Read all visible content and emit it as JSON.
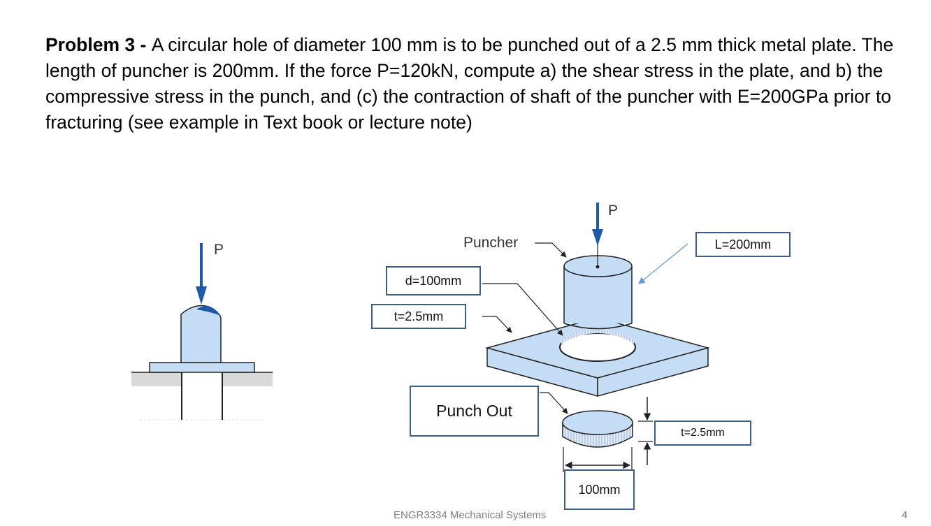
{
  "problem": {
    "heading": "Problem 3 - ",
    "text": "A circular hole of diameter 100 mm is to be punched out of a 2.5 mm thick metal plate. The length of puncher is 200mm.  If the force P=120kN, compute a) the shear stress in the plate, and b) the compressive stress in the punch, and (c) the contraction of shaft of the puncher with E=200GPa prior to fracturing (see example in Text book or lecture note)"
  },
  "figure_left": {
    "force_label": "P"
  },
  "figure_right": {
    "force_label": "P",
    "puncher_label": "Puncher",
    "length_box": "L=200mm",
    "diameter_box": "d=100mm",
    "thickness_box": "t=2.5mm",
    "punch_out_box": "Punch Out",
    "slug_thickness_box": "t=2.5mm",
    "slug_diameter_box": "100mm"
  },
  "colors": {
    "light_blue": "#c5dcf5",
    "arrow_blue": "#1f5aa6",
    "outline": "#222222"
  },
  "footer": {
    "course": "ENGR3334 Mechanical Systems",
    "page": "4"
  }
}
